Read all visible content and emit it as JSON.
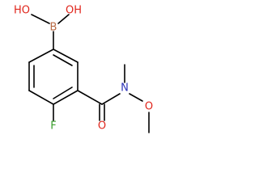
{
  "molecule": {
    "boron_label": "B",
    "hydroxyl_left_label": "HO",
    "hydroxyl_right_label": "OH",
    "fluorine_label": "F",
    "carbonyl_oxygen_label": "O",
    "nitrogen_label": "N",
    "methoxy_oxygen_label": "O"
  },
  "colors": {
    "oxygen": "#e0261c",
    "fluorine": "#3ba02e",
    "nitrogen": "#2d34b8",
    "boron": "#b96b45",
    "bond": "#000000",
    "background": "#ffffff"
  }
}
